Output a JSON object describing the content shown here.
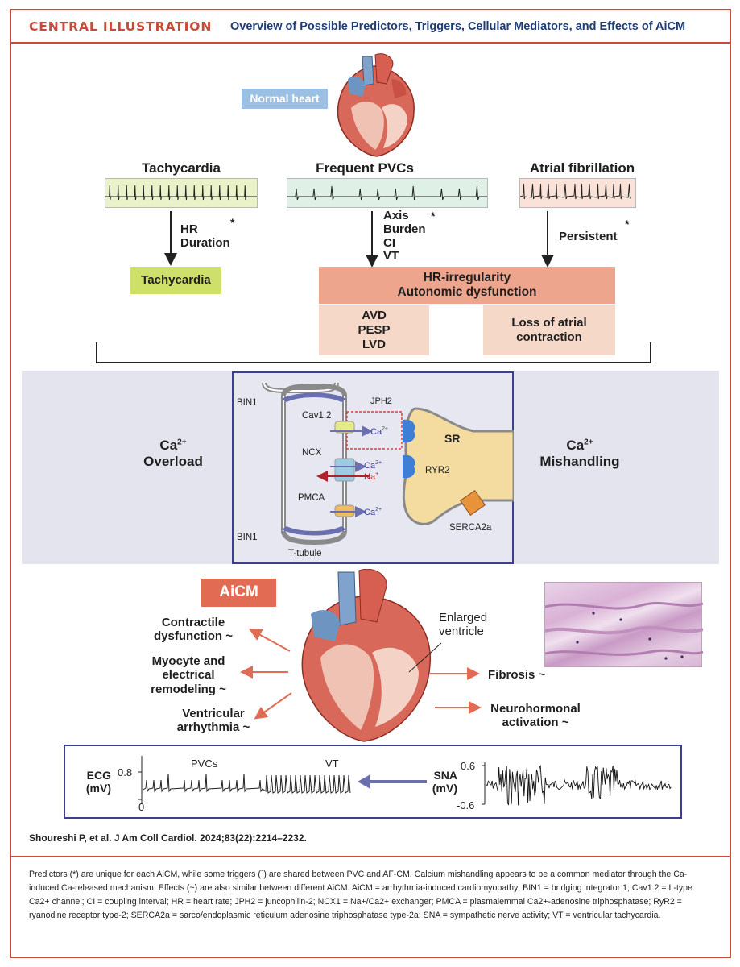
{
  "header": {
    "label": "CENTRAL ILLUSTRATION",
    "title": "Overview of Possible Predictors, Triggers, Cellular Mediators, and Effects of AiCM"
  },
  "top": {
    "normal_heart": "Normal heart",
    "columns": [
      {
        "title": "Tachycardia",
        "predictors": [
          "HR",
          "Duration"
        ],
        "star": "*"
      },
      {
        "title": "Frequent PVCs",
        "predictors": [
          "Axis",
          "Burden",
          "CI",
          "VT"
        ],
        "star": "*"
      },
      {
        "title": "Atrial fibrillation",
        "predictors": [
          "Persistent"
        ],
        "star": "*"
      }
    ],
    "result_tachy": "Tachycardia",
    "hr_irregularity": [
      "HR-irregularity",
      "Autonomic dysfunction"
    ],
    "avd_box": [
      "AVD",
      "PESP",
      "LVD"
    ],
    "loss_box": [
      "Loss of atrial",
      "contraction"
    ]
  },
  "cell": {
    "overload": {
      "line1": "Ca",
      "sup": "2+",
      "line2": "Overload"
    },
    "mishandling": {
      "line1": "Ca",
      "sup": "2+",
      "line2": "Mishandling"
    },
    "labels": {
      "bin1_top": "BIN1",
      "bin1_bottom": "BIN1",
      "jph2": "JPH2",
      "cav12": "Cav1.2",
      "ncx": "NCX",
      "pmca": "PMCA",
      "sr": "SR",
      "ryr2": "RYR2",
      "serca": "SERCA2a",
      "ttubule": "T-tubule",
      "ca": "Ca",
      "ca_sup": "2+",
      "na": "Na",
      "na_sup": "+"
    }
  },
  "effects": {
    "aicm": "AiCM",
    "contractile": [
      "Contractile",
      "dysfunction ~"
    ],
    "myocyte": [
      "Myocyte and",
      "electrical",
      "remodeling ~"
    ],
    "ventricular": [
      "Ventricular",
      "arrhythmia ~"
    ],
    "enlarged": [
      "Enlarged",
      "ventricle"
    ],
    "fibrosis": "Fibrosis ~",
    "neuro": [
      "Neurohormonal",
      "activation ~"
    ]
  },
  "traces": {
    "ecg_label": [
      "ECG",
      "(mV)"
    ],
    "ecg_top": "0.8",
    "ecg_zero": "0",
    "pvcs": "PVCs",
    "vt": "VT",
    "sna_label": [
      "SNA",
      "(mV)"
    ],
    "sna_top": "0.6",
    "sna_bottom": "-0.6"
  },
  "citation": "Shoureshi P, et al. J Am Coll Cardiol. 2024;83(22):2214–2232.",
  "legend": "Predictors (*) are unique for each AiCM, while some triggers (˙) are shared between PVC and AF-CM. Calcium mishandling appears to be a common mediator through the Ca-induced Ca-released mechanism. Effects (~) are also similar between different AiCM. AiCM = arrhythmia-induced cardiomyopathy; BIN1 = bridging integrator 1; Cav1.2 = L-type Ca2+ channel; CI = coupling interval; HR = heart rate; JPH2 = juncophilin-2; NCX1 = Na+/Ca2+ exchanger; PMCA = plasmalemmal Ca2+-adenosine triphosphatase; RyR2 = ryanodine receptor type-2; SERCA2a = sarco/endoplasmic reticulum adenosine triphosphatase type-2a; SNA = sympathetic nerve activity; VT = ventricular tachycardia.",
  "colors": {
    "accent": "#c94a3a",
    "navy": "#1d3c78",
    "salmon": "#eda58e",
    "salmon_light": "#f6d8c9",
    "lime": "#cfe06a",
    "panel": "#e4e4ee",
    "cell_border": "#3a3f8f"
  }
}
